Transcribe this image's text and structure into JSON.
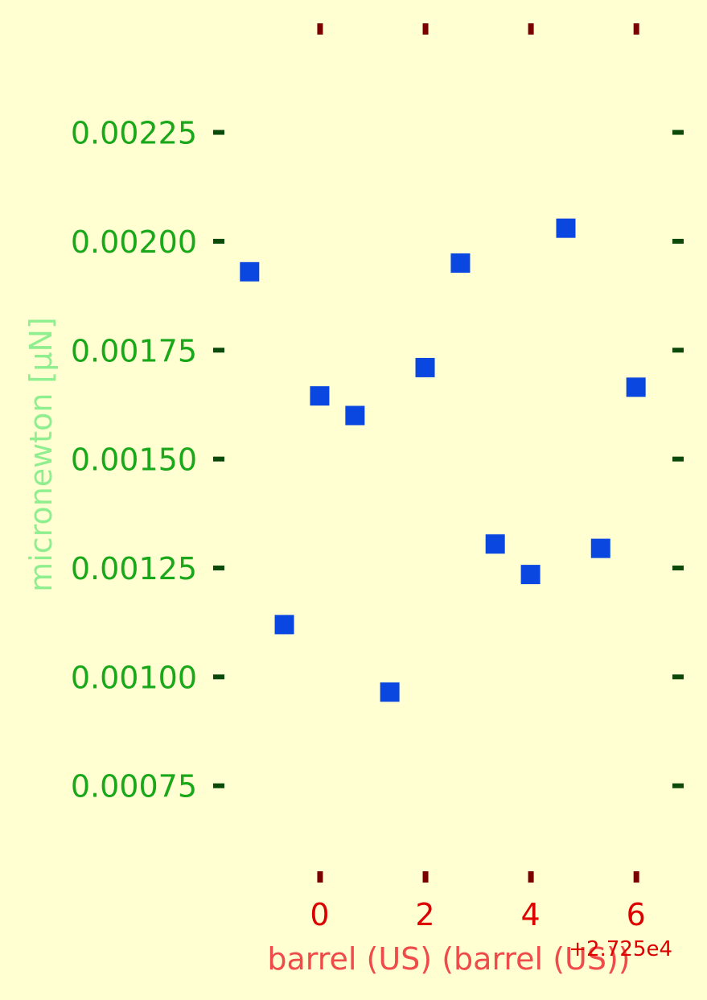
{
  "colors": {
    "background": "#ffffd2",
    "marker": "#0a47e0",
    "y_tick_label": "#1aa81a",
    "y_tick_mark": "#0b4a0b",
    "y_axis_title": "#8fef8f",
    "x_tick_label": "#dd0000",
    "x_tick_mark": "#7a0000",
    "x_axis_title": "#f04b4b",
    "offset_label": "#dd0000"
  },
  "chart_data": {
    "type": "scatter",
    "title": "",
    "xlabel": "barrel (US) (barrel (US))",
    "ylabel": "micronewton [µN]",
    "x_offset_label": "+2.725e4",
    "x_ticks": [
      0,
      2,
      4,
      6
    ],
    "x_tick_labels": [
      "0",
      "2",
      "4",
      "6"
    ],
    "y_ticks": [
      0.00075,
      0.001,
      0.00125,
      0.0015,
      0.00175,
      0.002,
      0.00225
    ],
    "y_tick_labels": [
      "0.00075",
      "0.00100",
      "0.00125",
      "0.00150",
      "0.00175",
      "0.00200",
      "0.00225"
    ],
    "xlim": [
      -1.67,
      6.6
    ],
    "ylim": [
      0.00055,
      0.00248
    ],
    "grid": false,
    "marker": "square",
    "points": [
      {
        "x": -1.33,
        "y": 0.00193
      },
      {
        "x": -0.67,
        "y": 0.00112
      },
      {
        "x": 0.0,
        "y": 0.001645
      },
      {
        "x": 0.67,
        "y": 0.0016
      },
      {
        "x": 1.33,
        "y": 0.000965
      },
      {
        "x": 2.0,
        "y": 0.00171
      },
      {
        "x": 2.67,
        "y": 0.00195
      },
      {
        "x": 3.33,
        "y": 0.001305
      },
      {
        "x": 4.0,
        "y": 0.001235
      },
      {
        "x": 4.67,
        "y": 0.00203
      },
      {
        "x": 5.33,
        "y": 0.001295
      },
      {
        "x": 6.0,
        "y": 0.001665
      }
    ]
  }
}
